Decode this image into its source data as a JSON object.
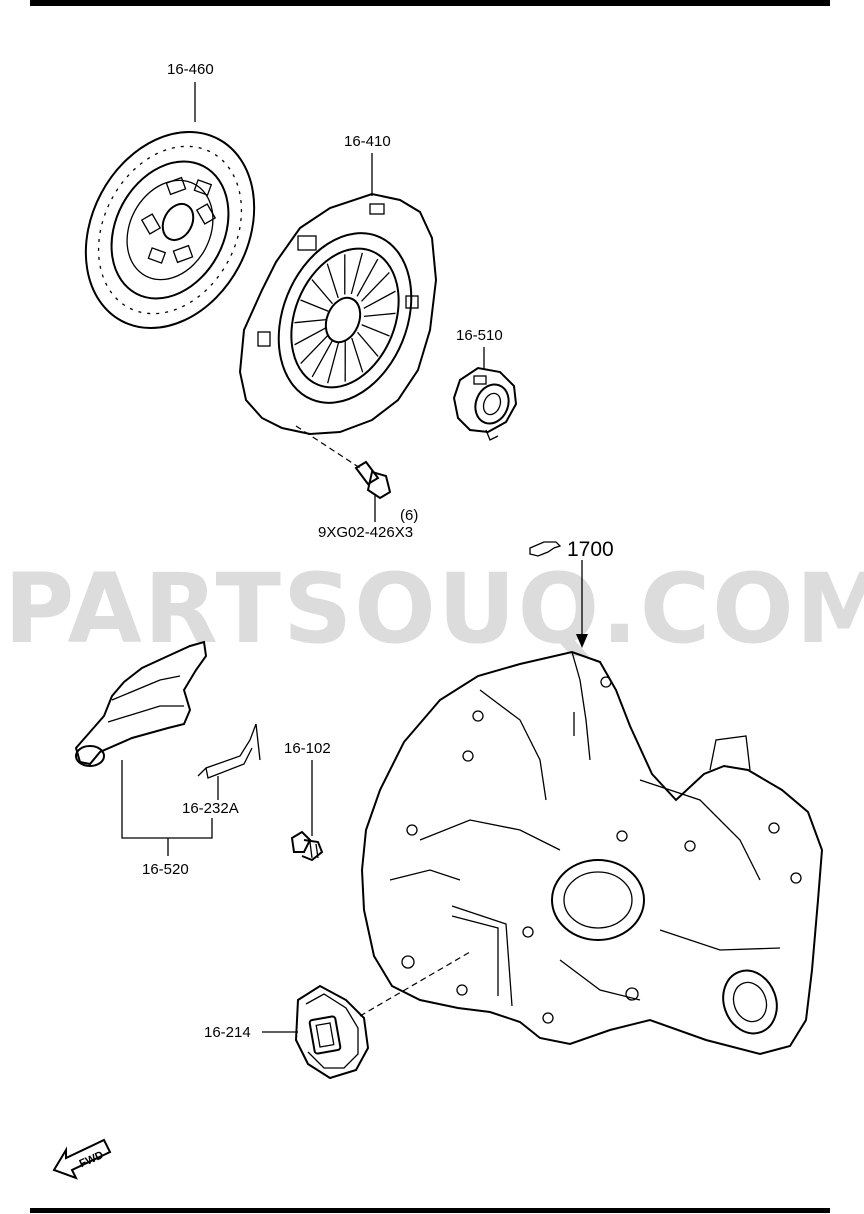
{
  "watermark": "PARTSOUQ.COM",
  "reference": "1700",
  "fwd_label": "FWD",
  "callouts": [
    {
      "id": "clutch-disc",
      "part_no": "16-460"
    },
    {
      "id": "pressure-plate",
      "part_no": "16-410"
    },
    {
      "id": "release-bearing",
      "part_no": "16-510"
    },
    {
      "id": "bolt",
      "part_no": "9XG02-426X3",
      "qty": "(6)"
    },
    {
      "id": "pivot-bolt",
      "part_no": "16-102"
    },
    {
      "id": "spring-clip",
      "part_no": "16-232A"
    },
    {
      "id": "release-fork-assy",
      "part_no": "16-520"
    },
    {
      "id": "boot",
      "part_no": "16-214"
    }
  ]
}
